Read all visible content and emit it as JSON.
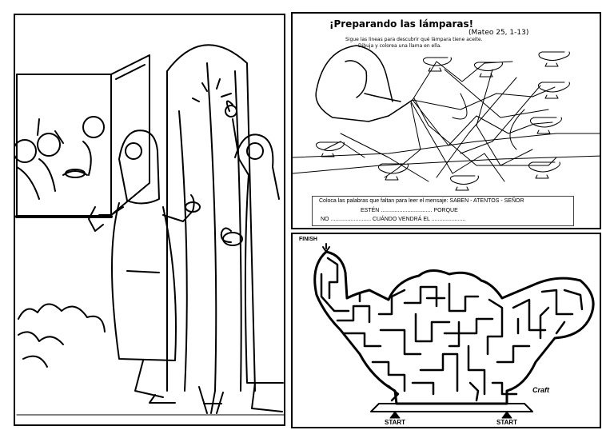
{
  "lamp_puzzle": {
    "title": "¡Preparando las lámparas!",
    "reference": "(Mateo 25, 1-13)",
    "instruction_line1": "Sigue las lineas para descubrir qué lámpara tiene aceite.",
    "instruction_line2": "Dibuja y colorea una llama en ella.",
    "message_line1": "Coloca las palabras que faltan para leer el mensaje: SABEN - ATENTOS - SEÑOR",
    "message_line2": "ESTÉN ................................. PORQUE",
    "message_line3": "NO .......................... CUÁNDO VENDRÁ EL ......................"
  },
  "maze": {
    "finish_label": "FINISH",
    "start_label_left": "START",
    "start_label_right": "START",
    "logo_text": "Craft"
  }
}
